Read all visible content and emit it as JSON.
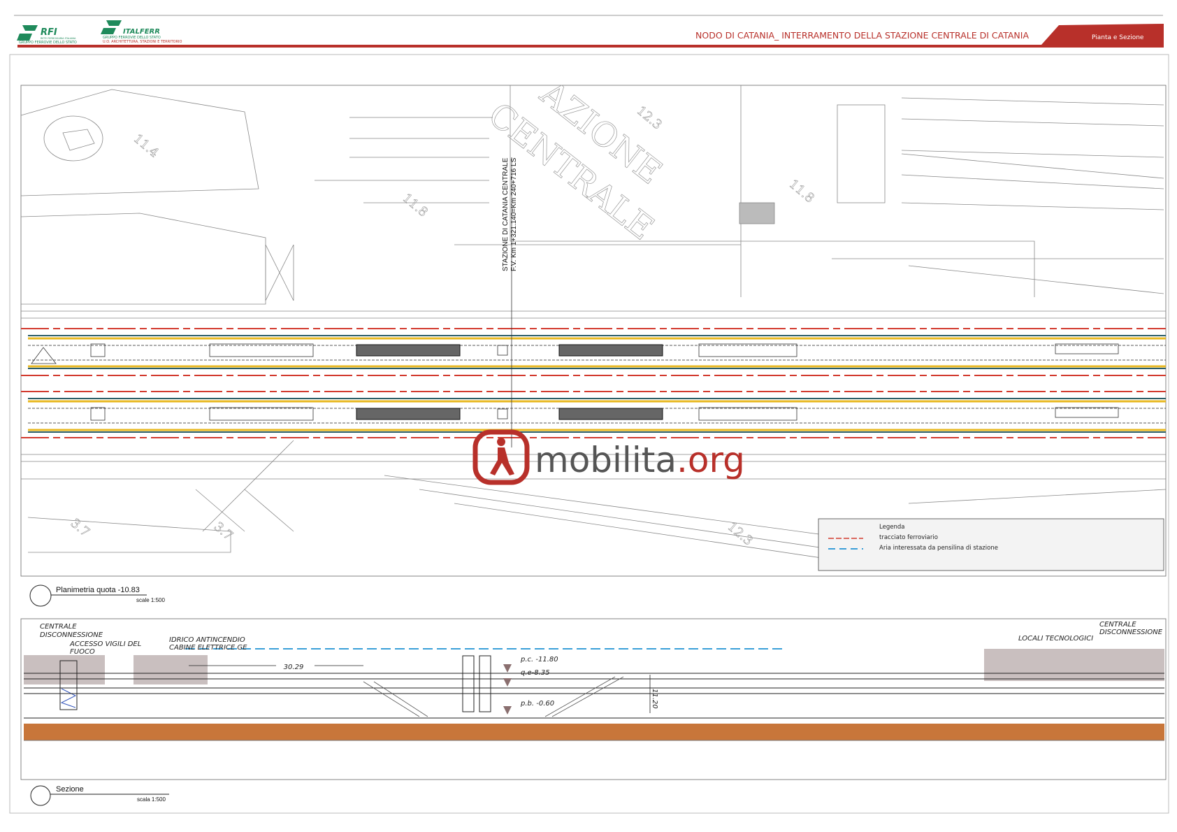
{
  "header": {
    "logo_rfi": {
      "name": "RFI",
      "subtitle": "RETE FERROVIARIA ITALIANA",
      "group": "GRUPPO FERROVIE DELLO STATO"
    },
    "logo_italferr": {
      "name": "ITALFERR",
      "group": "GRUPPO FERROVIE DELLO STATO",
      "unit": "U.O. ARCHITETTURA, STAZIONI E TERRITORIO"
    },
    "title": "NODO DI CATANIA_ INTERRAMENTO DELLA STAZIONE CENTRALE DI CATANIA",
    "tab": "Pianta e Sezione"
  },
  "plan": {
    "station_label_line1": "STAZIONE DI CATANIA CENTRALE",
    "station_label_line2": "F.V. Km 1+321.140=Km 240+716 LS",
    "bg_text_1": "AZIONE",
    "bg_text_2": "CENTRALE",
    "elevations": [
      "11.4",
      "11.8",
      "12.3",
      "11.8",
      "3.7",
      "3.7",
      "12.3"
    ],
    "title": "Planimetria quota -10.83",
    "scale": "scale 1:500"
  },
  "legend": {
    "title": "Legenda",
    "items": [
      {
        "label": "tracciato ferroviario",
        "color": "#d23a2e"
      },
      {
        "label": "Aria interessata da pensilina di stazione",
        "color": "#3a9fd8"
      }
    ]
  },
  "section": {
    "labels": {
      "centrale_left_1": "CENTRALE",
      "centrale_left_2": "DISCONNESSIONE",
      "accesso_1": "ACCESSO VIGILI DEL",
      "accesso_2": "FUOCO",
      "idrico": "IDRICO ANTINCENDIO",
      "cabine": "CABINE ELETTRICE GE",
      "locali": "LOCALI TECNOLOGICI",
      "centrale_right_1": "CENTRALE",
      "centrale_right_2": "DISCONNESSIONE"
    },
    "dimension": "30.29",
    "height_dim": "11.20",
    "levels": [
      "p.c. -11.80",
      "q.e-8.35",
      "p.b. -0.60"
    ],
    "title": "Sezione",
    "scale": "scala 1:500"
  },
  "watermark": {
    "text": "mobilita",
    "suffix": ".org"
  },
  "colors": {
    "brand_red": "#b8302a",
    "track_red": "#d23a2e",
    "canopy_blue": "#3a9fd8",
    "yellow": "#e8b820",
    "soil": "#c8763a",
    "room": "#c9bfbf"
  }
}
